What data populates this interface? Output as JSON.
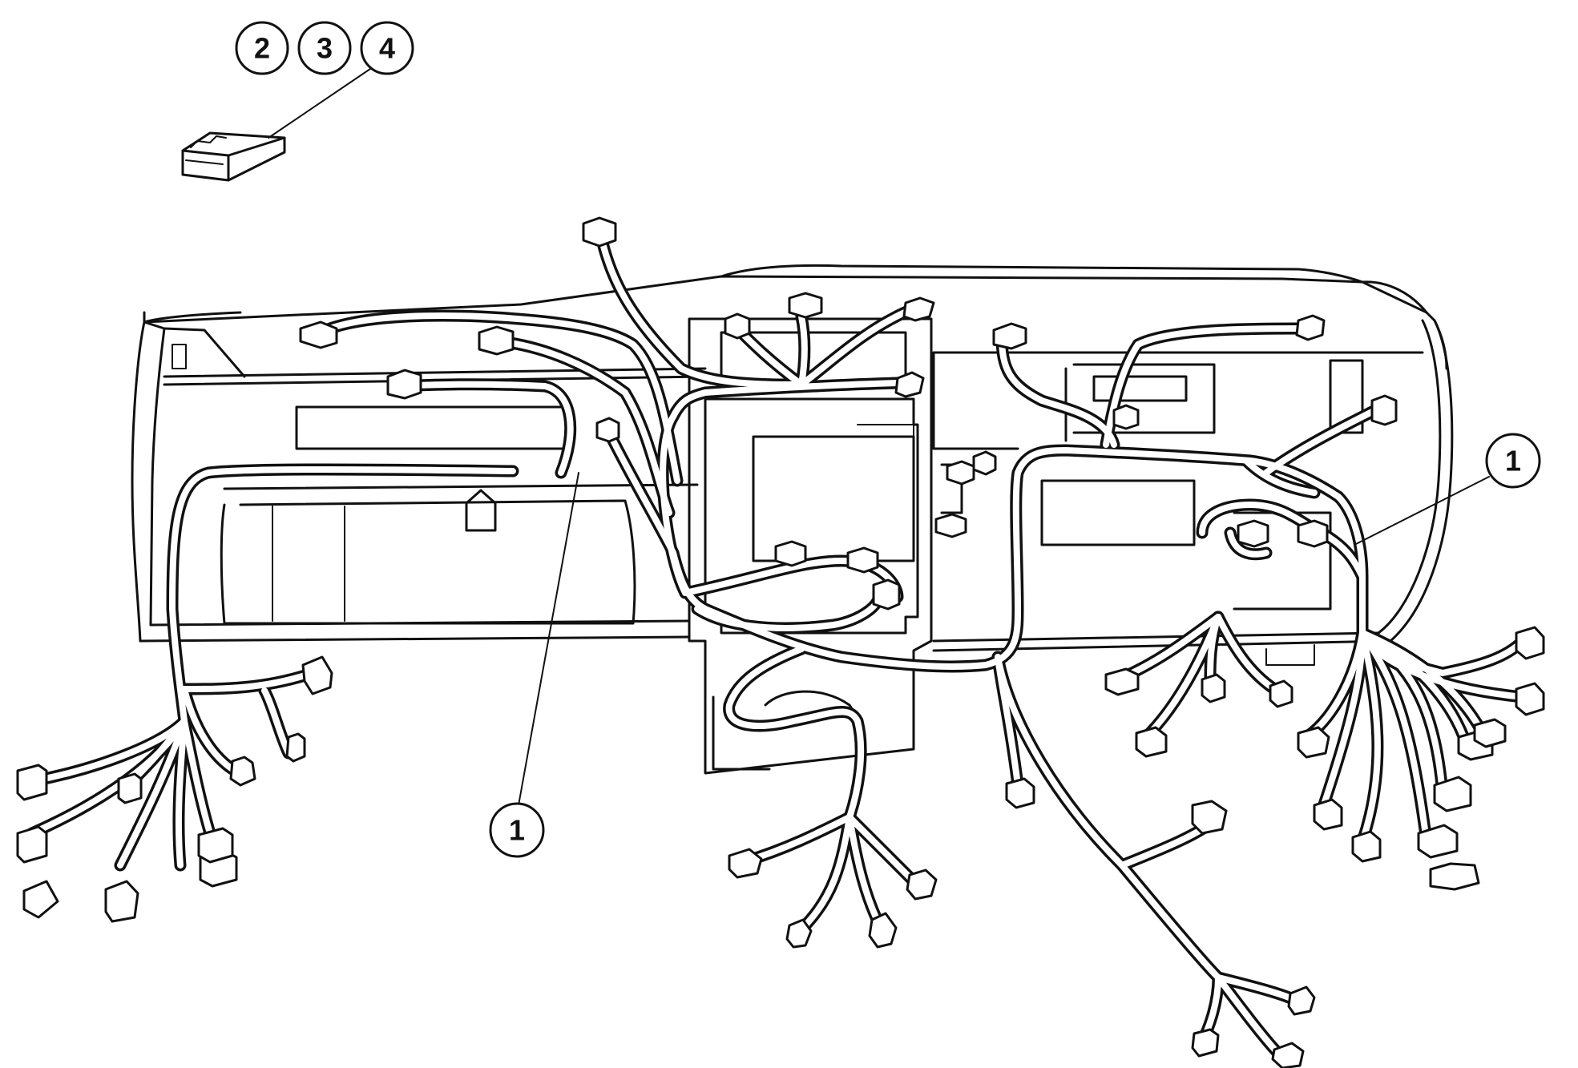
{
  "callouts": {
    "top_group": [
      "2",
      "3",
      "4"
    ],
    "harness_left": "1",
    "harness_right": "1"
  }
}
